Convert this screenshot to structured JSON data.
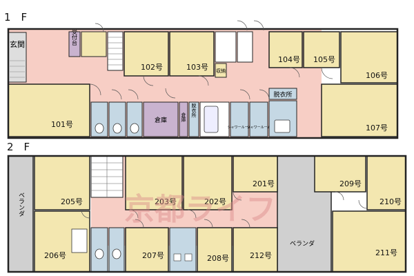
{
  "floor1": {
    "label": "1　F",
    "entrance": "玄関",
    "reception": "受付台",
    "storage": "倉庫",
    "storage_small": "倉庫",
    "laundry_small": "脱衣所",
    "dressing": "脱衣所",
    "closet": "収納",
    "shower_1": "シャワールーム",
    "shower_2": "シャワールーム",
    "rooms": [
      {
        "id": "101",
        "label": "101号"
      },
      {
        "id": "102",
        "label": "102号"
      },
      {
        "id": "103",
        "label": "103号"
      },
      {
        "id": "104",
        "label": "104号"
      },
      {
        "id": "105",
        "label": "105号"
      },
      {
        "id": "106",
        "label": "106号"
      },
      {
        "id": "107",
        "label": "107号"
      }
    ]
  },
  "floor2": {
    "label": "2　F",
    "veranda_left": "ベランダ",
    "veranda_center": "ベランダ",
    "rooms": [
      {
        "id": "201",
        "label": "201号"
      },
      {
        "id": "202",
        "label": "202号"
      },
      {
        "id": "203",
        "label": "203号"
      },
      {
        "id": "205",
        "label": "205号"
      },
      {
        "id": "206",
        "label": "206号"
      },
      {
        "id": "207",
        "label": "207号"
      },
      {
        "id": "208",
        "label": "208号"
      },
      {
        "id": "209",
        "label": "209号"
      },
      {
        "id": "210",
        "label": "210号"
      },
      {
        "id": "211",
        "label": "211号"
      },
      {
        "id": "212",
        "label": "212号"
      }
    ]
  },
  "watermark": "京都ライフ",
  "colors": {
    "room": "#f3e7b0",
    "corridor": "#f7cec5",
    "wet": "#c5d8e4",
    "storage": "#c9b3cf",
    "veranda": "#d0d0d0",
    "wall": "#222222",
    "watermark": "#d98a8a"
  }
}
